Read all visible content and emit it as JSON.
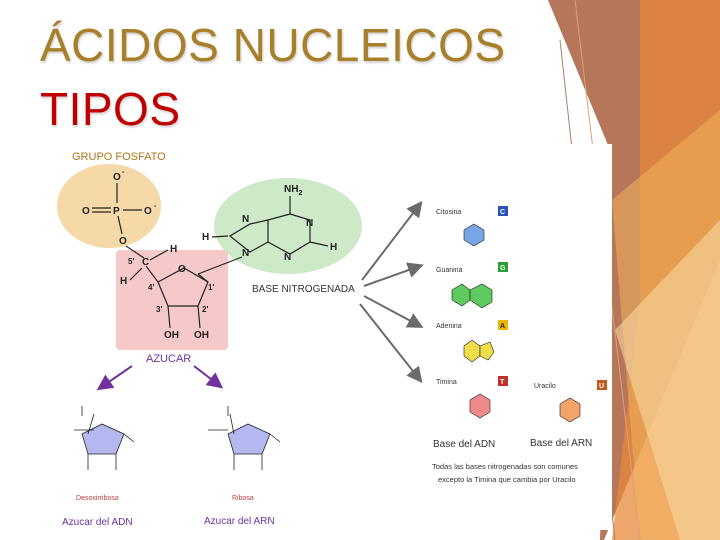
{
  "slide": {
    "title_line1": "ÁCIDOS NUCLEICOS",
    "title_line2": "TIPOS"
  },
  "colors": {
    "title_gold": "#a87f2a",
    "title_red": "#c00000",
    "phosphate_fill": "#f6d9a8",
    "base_fill": "#cde9c8",
    "sugar_fill": "#f5c9c9",
    "arrow_purple": "#7030a0",
    "arrow_gray": "#6b6b6b"
  },
  "diagram": {
    "grupo_fosfato": "GRUPO FOSFATO",
    "phosphate": {
      "o_top": "O",
      "minus": "-",
      "o_left": "O",
      "p": "P",
      "o_right": "O",
      "o_bottom": "O"
    },
    "base_atoms": {
      "nh2": "NH",
      "nh2_sub": "2",
      "n1": "N",
      "n2": "N",
      "n3": "N",
      "n4": "N",
      "h1": "H",
      "h2": "H"
    },
    "sugar_atoms": {
      "c": "C",
      "h1": "H",
      "h2": "H",
      "o": "O",
      "oh1": "OH",
      "oh2": "OH",
      "p5": "5'",
      "p4": "4'",
      "p1": "1'",
      "p3": "3'",
      "p2": "2'"
    },
    "base_nitrogenada": "BASE NITROGENADA",
    "azucar": "AZUCAR",
    "desoxirribosa": "Desoxirribosa",
    "ribosa": "Ribosa",
    "azucar_adn": "Azucar del ADN",
    "azucar_arn": "Azucar del ARN",
    "bases": [
      {
        "name": "Citosina",
        "letter": "C"
      },
      {
        "name": "Guanina",
        "letter": "G"
      },
      {
        "name": "Adenina",
        "letter": "A"
      },
      {
        "name": "Timina",
        "letter": "T"
      }
    ],
    "uracilo": {
      "name": "Uracilo",
      "letter": "U"
    },
    "base_adn": "Base del ADN",
    "base_arn": "Base del ARN",
    "note_line1": "Todas las bases nitrogenadas son comunes",
    "note_line2": "excepto la Timina que cambia por Uracilo"
  }
}
